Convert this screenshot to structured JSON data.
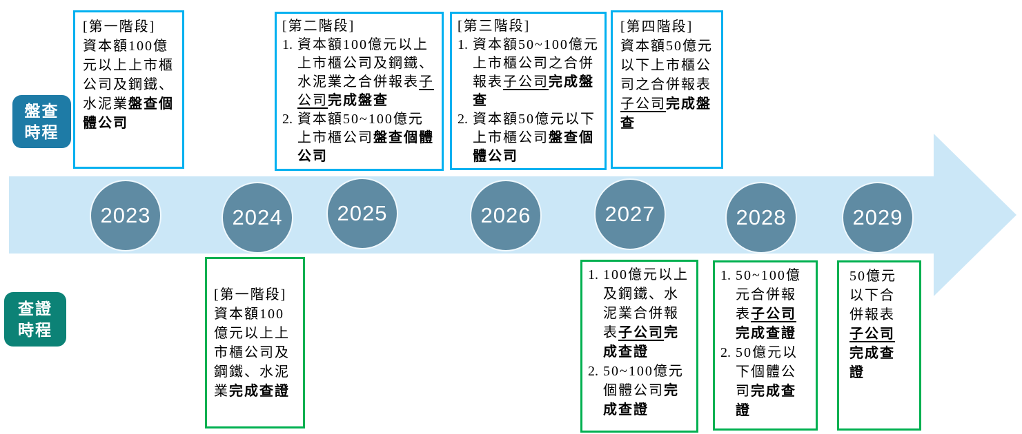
{
  "colors": {
    "timeline_band": "#CBE7F7",
    "year_circle": "#5F8BA3",
    "year_text": "#FFFFFF",
    "inventory_box_border": "#00B0F0",
    "verification_box_border": "#00B050",
    "inventory_badge_bg": "#1E7BA6",
    "verification_badge_bg": "#0C8276",
    "body_text": "#000000"
  },
  "badges": {
    "inventory": "盤查\n時程",
    "verification": "查證\n時程"
  },
  "years": [
    "2023",
    "2024",
    "2025",
    "2026",
    "2027",
    "2028",
    "2029"
  ],
  "inventory_boxes": [
    {
      "blocks": [
        {
          "seg": [
            {
              "t": "[第一階段]"
            }
          ]
        },
        {
          "seg": [
            {
              "t": "資本額100億元以上上市櫃公司及鋼鐵、水泥業"
            },
            {
              "t": "盤查個體公司",
              "b": true
            }
          ]
        }
      ]
    },
    {
      "blocks": [
        {
          "seg": [
            {
              "t": "[第二階段]"
            }
          ]
        },
        {
          "num": "1.",
          "seg": [
            {
              "t": "資本額100億元以上上市櫃公司及鋼鐵、水泥業之合併報表"
            },
            {
              "t": "子公司",
              "u": true
            },
            {
              "t": "完成盤查",
              "b": true
            }
          ]
        },
        {
          "num": "2.",
          "seg": [
            {
              "t": "資本額50~100億元上市櫃公司"
            },
            {
              "t": "盤查個體公司",
              "b": true
            }
          ]
        }
      ]
    },
    {
      "blocks": [
        {
          "seg": [
            {
              "t": "[第三階段]"
            }
          ]
        },
        {
          "num": "1.",
          "seg": [
            {
              "t": "資本額50~100億元上市櫃公司之合併報表"
            },
            {
              "t": "子公司",
              "u": true
            },
            {
              "t": "完成盤查",
              "b": true
            }
          ]
        },
        {
          "num": "2.",
          "seg": [
            {
              "t": "資本額50億元以下上市櫃公司"
            },
            {
              "t": "盤查個體公司",
              "b": true
            }
          ]
        }
      ]
    },
    {
      "blocks": [
        {
          "seg": [
            {
              "t": "[第四階段]"
            }
          ]
        },
        {
          "seg": [
            {
              "t": "資本額50億元以下上市櫃公司之合併報表"
            },
            {
              "t": "子公司",
              "u": true
            },
            {
              "t": "完成盤查",
              "b": true
            }
          ]
        }
      ]
    }
  ],
  "verification_boxes": [
    {
      "blocks": [
        {
          "seg": [
            {
              "t": "[第一階段]"
            }
          ]
        },
        {
          "seg": [
            {
              "t": "資本額100億元以上上市櫃公司及鋼鐵、水泥業"
            },
            {
              "t": "完成查證",
              "b": true
            }
          ]
        }
      ]
    },
    {
      "blocks": [
        {
          "num": "1.",
          "seg": [
            {
              "t": "100億元以上及鋼鐵、水泥業合併報表"
            },
            {
              "t": "子公司",
              "b": true,
              "u": true
            },
            {
              "t": "完成查證",
              "b": true
            }
          ]
        },
        {
          "num": "2.",
          "seg": [
            {
              "t": "50~100億元個體公司"
            },
            {
              "t": "完成查證",
              "b": true
            }
          ]
        }
      ]
    },
    {
      "blocks": [
        {
          "num": "1.",
          "seg": [
            {
              "t": "50~100億元合併報表"
            },
            {
              "t": "子公司",
              "b": true,
              "u": true
            },
            {
              "t": "完成查證",
              "b": true
            }
          ]
        },
        {
          "num": "2.",
          "seg": [
            {
              "t": "50億元以下個體公司"
            },
            {
              "t": "完成查證",
              "b": true
            }
          ]
        }
      ]
    },
    {
      "blocks": [
        {
          "seg": [
            {
              "t": "50億元以下合併報表"
            },
            {
              "t": "子公司",
              "b": true,
              "u": true
            },
            {
              "t": "完成查證",
              "b": true
            }
          ]
        }
      ]
    }
  ]
}
